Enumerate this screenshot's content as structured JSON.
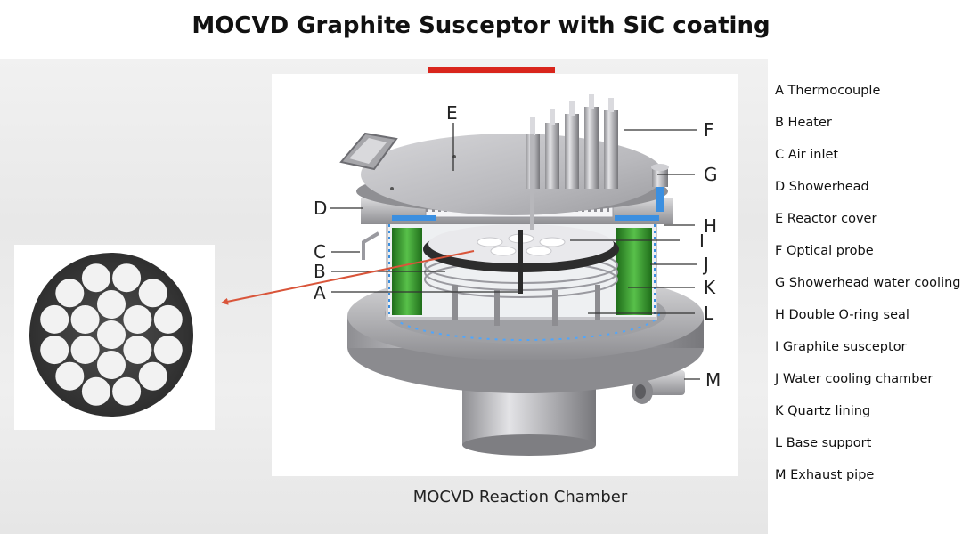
{
  "title": "MOCVD Graphite Susceptor with SiC coating",
  "caption": "MOCVD Reaction Chamber",
  "colors": {
    "accent_bar": "#d9251c",
    "arrow": "#d9553a",
    "susceptor_disc": "#3f3f3f",
    "wafer_pocket": "#f2f2f2",
    "quartz_lining": "#3aa12e",
    "steel": "#b5b5b8",
    "cooling_flow": "#3b8fe0"
  },
  "callouts": [
    "A",
    "B",
    "C",
    "D",
    "E",
    "F",
    "G",
    "H",
    "I",
    "J",
    "K",
    "L",
    "M"
  ],
  "legend": [
    "A Thermocouple",
    "B Heater",
    "C Air inlet",
    "D Showerhead",
    "E Reactor cover",
    "F Optical probe",
    "G Showerhead water cooling",
    "H Double O-ring seal",
    "I  Graphite susceptor",
    "J  Water cooling chamber",
    "K Quartz lining",
    "L Base support",
    "M Exhaust pipe"
  ]
}
